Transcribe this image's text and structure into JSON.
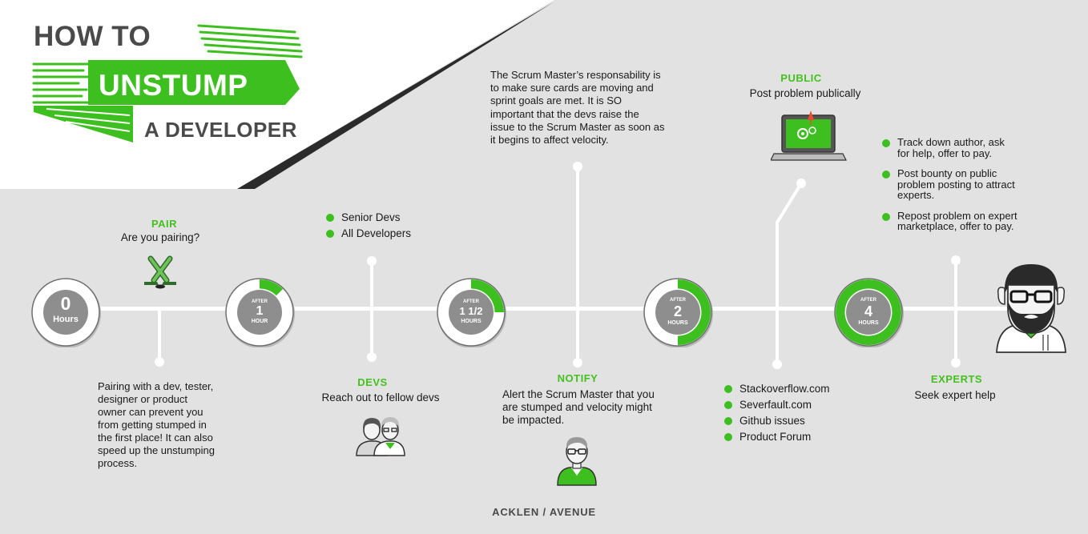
{
  "logo": {
    "how_to": "HOW TO",
    "unstump": "UNSTUMP",
    "a_developer": "A DEVELOPER"
  },
  "colors": {
    "accent_green": "#3cbf1f",
    "background": "#e2e2e2",
    "ring_center": "#8e8e8e",
    "dark_text": "#4a4a4a"
  },
  "milestones": [
    {
      "top": "0",
      "bottom": "Hours",
      "progress": 0
    },
    {
      "prefix": "AFTER",
      "value": "1",
      "unit": "HOUR",
      "progress": 0.125
    },
    {
      "prefix": "AFTER",
      "value": "1 1/2",
      "unit": "HOURS",
      "progress": 0.25
    },
    {
      "prefix": "AFTER",
      "value": "2",
      "unit": "HOURS",
      "progress": 0.5
    },
    {
      "prefix": "AFTER",
      "value": "4",
      "unit": "HOURS",
      "progress": 1.0
    }
  ],
  "pair": {
    "title": "PAIR",
    "subtitle": "Are you pairing?",
    "icon": "hockey-sticks-icon",
    "description": [
      "Pairing with a dev, tester,",
      "designer or product",
      "owner can prevent you",
      "from getting stumped in",
      "the first place! It can also",
      "speed up the unstumping",
      "process."
    ]
  },
  "devs": {
    "title": "DEVS",
    "subtitle": "Reach out to fellow devs",
    "icon": "two-developers-icon",
    "list": [
      "Senior Devs",
      "All Developers"
    ]
  },
  "notify": {
    "title": "NOTIFY",
    "description": [
      "Alert the Scrum Master that you",
      "are stumped and velocity might",
      "be impacted."
    ],
    "icon": "scrum-master-icon",
    "scrum_note": [
      "The Scrum Master’s responsability is",
      "to make sure cards are moving and",
      "sprint goals are met. It is SO",
      "important that the devs raise the",
      "issue to the Scrum Master as soon as",
      "it begins to affect velocity."
    ]
  },
  "public": {
    "title": "PUBLIC",
    "subtitle": "Post problem publically",
    "icon": "laptop-icon",
    "list": [
      "Stackoverflow.com",
      "Severfault.com",
      "Github issues",
      "Product Forum"
    ]
  },
  "experts": {
    "title": "EXPERTS",
    "subtitle": "Seek expert help",
    "icon": "bearded-expert-icon",
    "list": [
      [
        "Track down author, ask",
        "for help, offer to pay."
      ],
      [
        "Post bounty on public",
        "problem posting to attract",
        "experts."
      ],
      [
        "Repost problem on expert",
        "marketplace, offer to pay."
      ]
    ]
  },
  "footer": "ACKLEN / AVENUE"
}
